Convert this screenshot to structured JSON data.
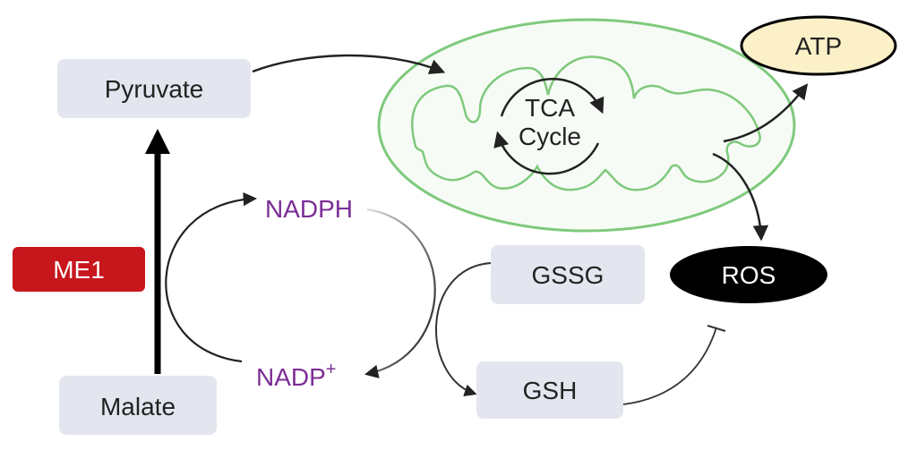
{
  "nodes": {
    "pyruvate": "Pyruvate",
    "malate": "Malate",
    "me1": "ME1",
    "nadph": "NADPH",
    "nadp": "NADP",
    "nadp_charge": "+",
    "gssg": "GSSG",
    "gsh": "GSH",
    "ros": "ROS",
    "atp": "ATP",
    "tca_line1": "TCA",
    "tca_line2": "Cycle"
  },
  "colors": {
    "box_fill": "#e3e6ee",
    "me1_fill": "#c8161d",
    "cofactor_text": "#7b2d96",
    "mito_stroke": "#7fc97c",
    "mito_fill": "#f6fbf5",
    "ros_fill": "#000000",
    "atp_fill": "#fbf0c7",
    "arrow": "#222222"
  }
}
